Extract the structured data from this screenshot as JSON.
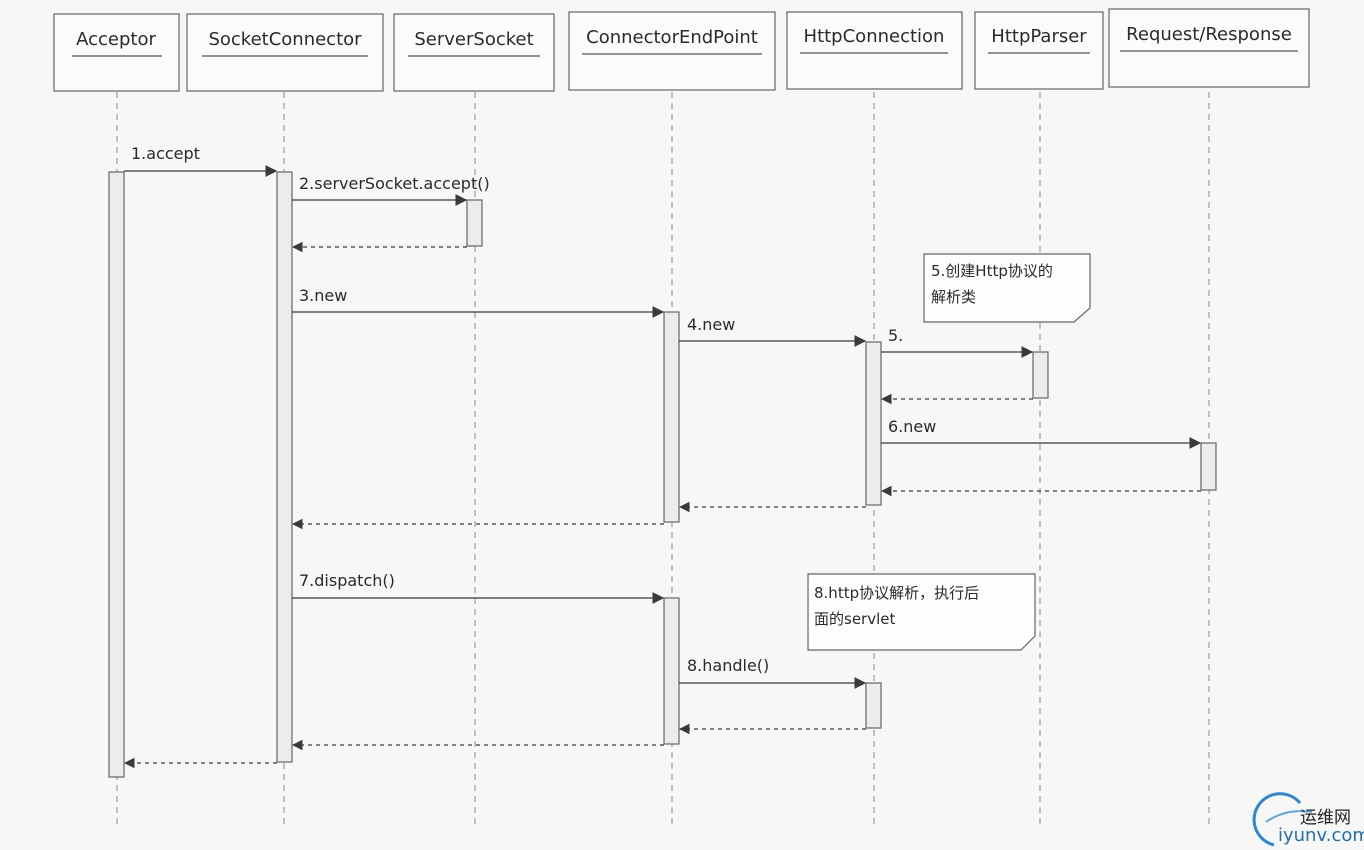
{
  "actors": [
    {
      "id": "acceptor",
      "label": "Acceptor"
    },
    {
      "id": "socketconnector",
      "label": "SocketConnector"
    },
    {
      "id": "serversocket",
      "label": "ServerSocket"
    },
    {
      "id": "connectorendpoint",
      "label": "ConnectorEndPoint"
    },
    {
      "id": "httpconnection",
      "label": "HttpConnection"
    },
    {
      "id": "httpparser",
      "label": "HttpParser"
    },
    {
      "id": "requestresponse",
      "label": "Request/Response"
    }
  ],
  "messages": [
    {
      "label": "1.accept",
      "from": "acceptor",
      "to": "socketconnector"
    },
    {
      "label": "2.serverSocket.accept()",
      "from": "socketconnector",
      "to": "serversocket"
    },
    {
      "label": "3.new",
      "from": "socketconnector",
      "to": "connectorendpoint"
    },
    {
      "label": "4.new",
      "from": "connectorendpoint",
      "to": "httpconnection"
    },
    {
      "label": "5.",
      "from": "httpconnection",
      "to": "httpparser"
    },
    {
      "label": "6.new",
      "from": "httpconnection",
      "to": "requestresponse"
    },
    {
      "label": "7.dispatch()",
      "from": "socketconnector",
      "to": "connectorendpoint"
    },
    {
      "label": "8.handle()",
      "from": "connectorendpoint",
      "to": "httpconnection"
    }
  ],
  "notes": [
    {
      "lines": [
        "5.创建Http协议的",
        "解析类"
      ]
    },
    {
      "lines": [
        "8.http协议解析，执行后",
        "面的servlet"
      ]
    }
  ],
  "watermark": {
    "cn": "运维网",
    "en": "iyunv.com",
    "color": "#2b86d6"
  }
}
